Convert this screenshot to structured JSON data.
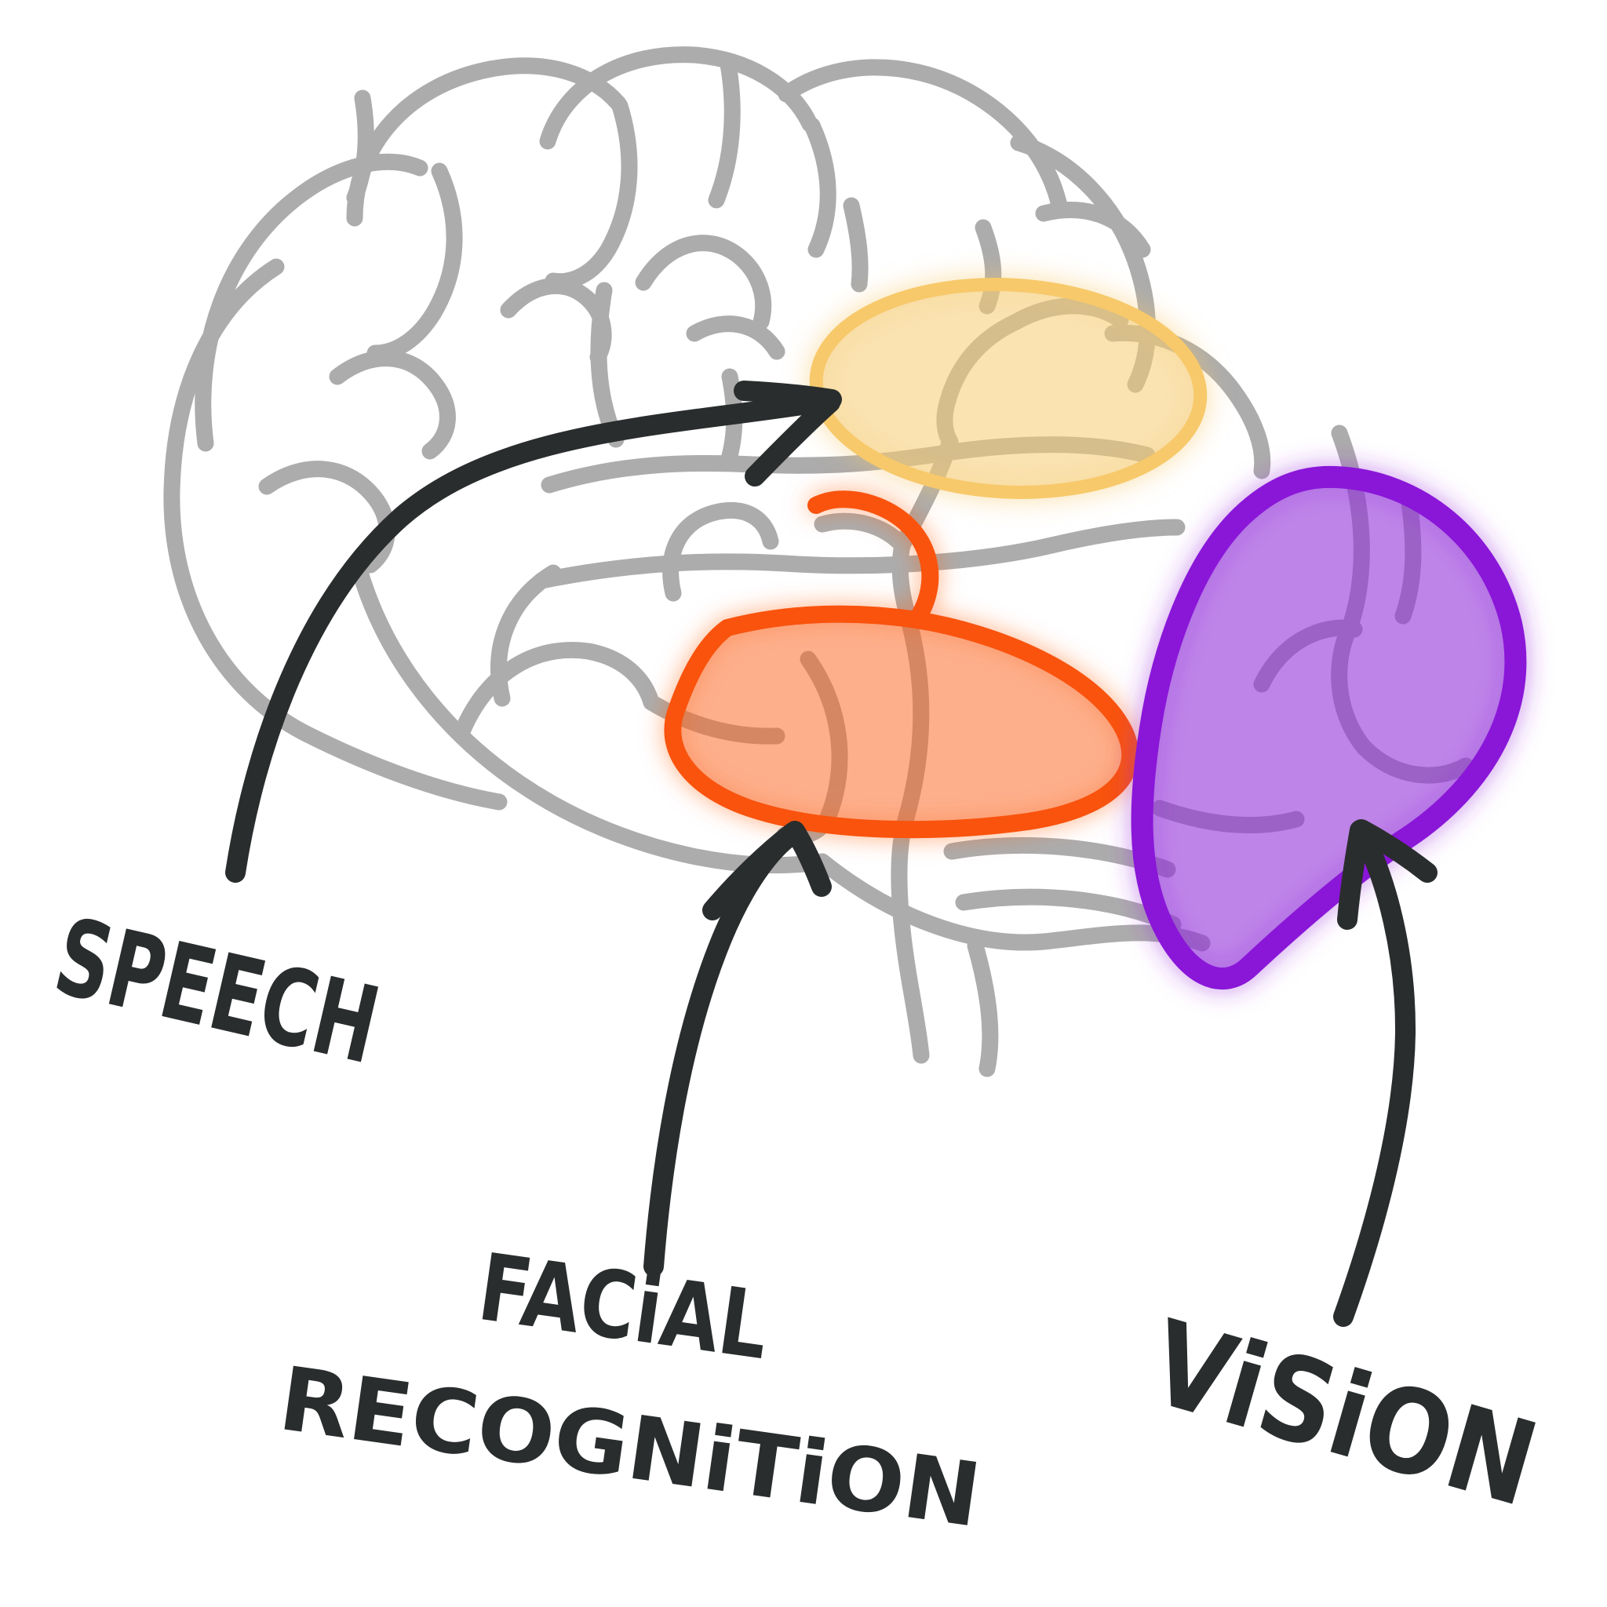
{
  "diagram": {
    "kind": "hand-drawn brain regions sketch",
    "background": "#FFFFFF"
  },
  "labels": {
    "speech": "SPEECH",
    "facial_line1": "FACiAL",
    "facial_line2": "RECOGNiTiON",
    "vision": "ViSiON"
  },
  "colors": {
    "background": "#FFFFFF",
    "brain_outline": "#ACACAC",
    "ink": "#2A2D2D",
    "speech_stroke": "#F7C96B",
    "speech_fill": "rgba(246,205,120,0.40)",
    "speech_glow": "#F5C464",
    "facial_stroke": "#F95310",
    "facial_fill": "rgba(249,105,35,0.40)",
    "facial_glow": "#FF5A12",
    "vision_stroke": "#8A16D8",
    "vision_fill": "rgba(140,45,215,0.45)",
    "vision_glow": "#9B30DC"
  },
  "regions": [
    {
      "name": "speech-area",
      "label": "SPEECH",
      "color": "#F7C96B"
    },
    {
      "name": "facial-recognition-area",
      "label": "FACiAL RECOGNiTiON",
      "color": "#F95310"
    },
    {
      "name": "vision-area",
      "label": "ViSiON",
      "color": "#8A16D8"
    }
  ]
}
